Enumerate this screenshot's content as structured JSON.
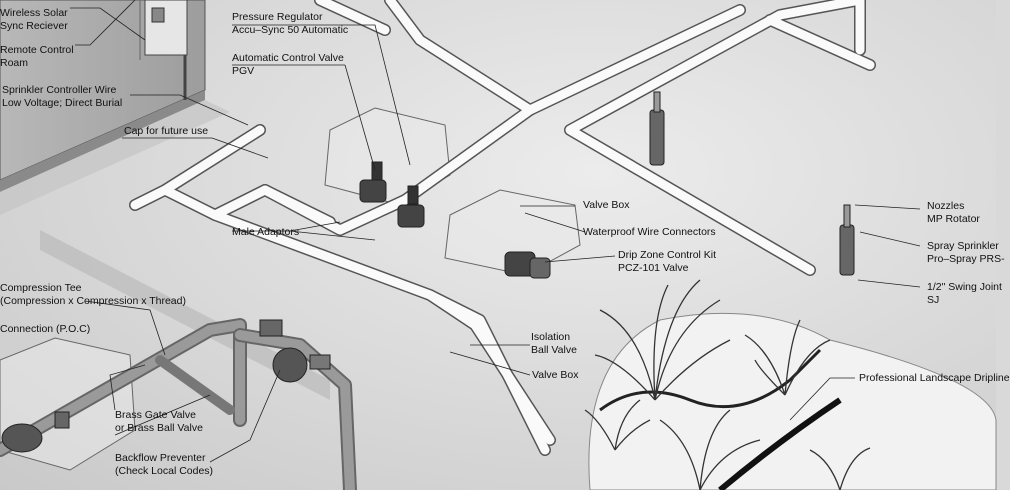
{
  "labels": {
    "wireless": [
      "Wireless Solar",
      "Sync Reciever"
    ],
    "remote": [
      "Remote Control",
      "Roam"
    ],
    "sprinkler_wire": [
      "Sprinkler Controller Wire",
      "Low Voltage;   Direct Burial"
    ],
    "pressure_regulator": [
      "Pressure Regulator",
      "Accu–Sync 50 Automatic"
    ],
    "auto_valve": [
      "Automatic Control Valve",
      "PGV"
    ],
    "cap": [
      "Cap for future use"
    ],
    "male_adaptors": [
      "Male Adaptors"
    ],
    "valve_box_top": [
      "Valve Box"
    ],
    "waterproof": [
      "Waterproof Wire Connectors"
    ],
    "drip_zone": [
      "Drip Zone Control Kit",
      "PCZ-101 Valve"
    ],
    "isolation": [
      "Isolation",
      "Ball Valve"
    ],
    "valve_box_bottom": [
      "Valve Box"
    ],
    "nozzles": [
      "Nozzles",
      "MP Rotator"
    ],
    "spray": [
      "Spray Sprinkler",
      "Pro–Spray PRS-"
    ],
    "swing": [
      "1/2\" Swing Joint",
      "SJ"
    ],
    "dripline": [
      "Professional Landscape Dripline"
    ],
    "compression": [
      "Compression Tee",
      "(Compression x Compression x Thread)"
    ],
    "poc": [
      "Connection (P.O.C)"
    ],
    "brass_gate": [
      "Brass Gate Valve",
      "or Brass Ball Valve"
    ],
    "backflow": [
      "Backflow Preventer",
      "(Check Local Codes)"
    ]
  }
}
